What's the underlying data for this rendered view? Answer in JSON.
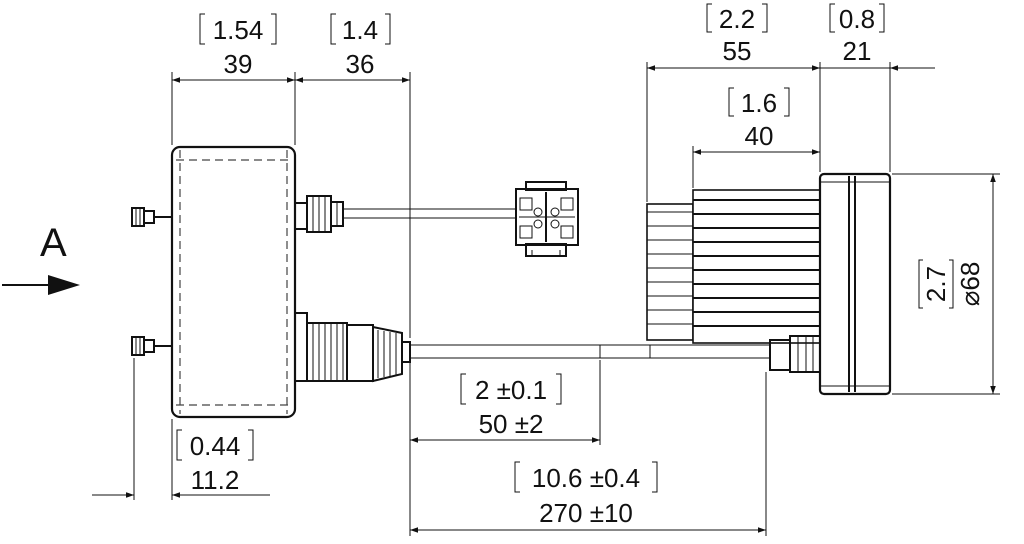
{
  "view": {
    "direction_label": "A"
  },
  "dimensions": {
    "housing_depth": {
      "inch": "1.54",
      "mm": "39"
    },
    "connector_depth": {
      "inch": "1.4",
      "mm": "36"
    },
    "bolt_offset": {
      "inch": "0.44",
      "mm": "11.2"
    },
    "short_cable": {
      "inch": "2 ±0.1",
      "mm": "50 ±2"
    },
    "long_cable": {
      "inch": "10.6 ±0.4",
      "mm": "270 ±10"
    },
    "heatsink_length": {
      "inch": "2.2",
      "mm": "55"
    },
    "fin_length": {
      "inch": "1.6",
      "mm": "40"
    },
    "front_ring": {
      "inch": "0.8",
      "mm": "21"
    },
    "diameter": {
      "inch": "2.7",
      "mm": "⌀68"
    }
  }
}
